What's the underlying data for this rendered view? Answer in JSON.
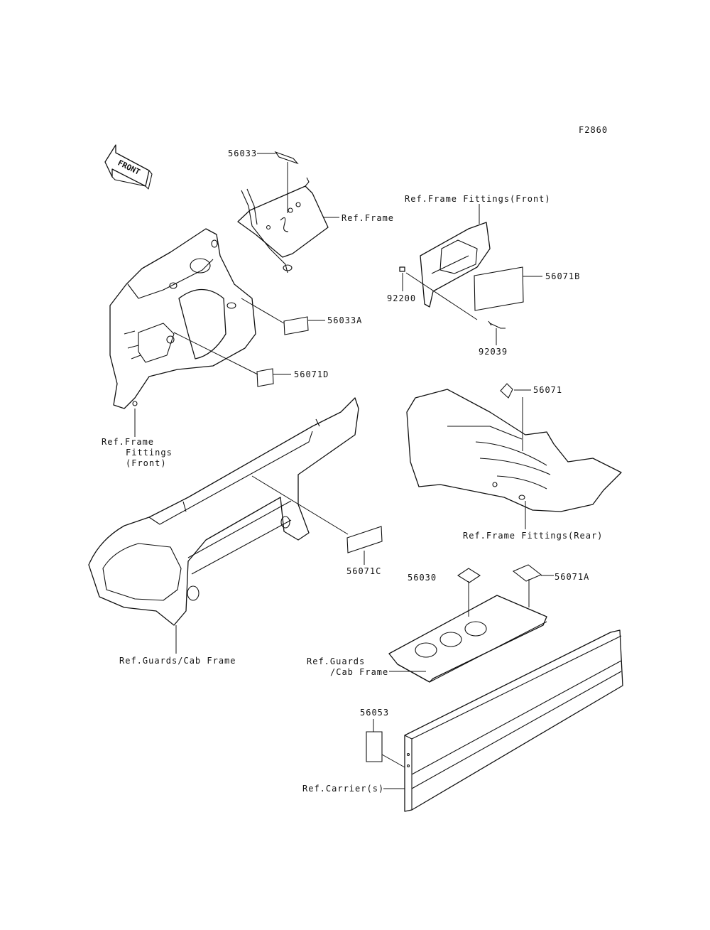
{
  "figure_code": "F2860",
  "front_arrow_text": "FRONT",
  "labels": {
    "p56033": "56033",
    "ref_frame": "Ref.Frame",
    "ref_frame_fittings_front_top": "Ref.Frame Fittings(Front)",
    "p56071B": "56071B",
    "p92200": "92200",
    "p56033A": "56033A",
    "p92039": "92039",
    "p56071D": "56071D",
    "p56071": "56071",
    "ref_frame_fittings_front_left_l1": "Ref.Frame",
    "ref_frame_fittings_front_left_l2": "Fittings",
    "ref_frame_fittings_front_left_l3": "(Front)",
    "ref_frame_fittings_rear": "Ref.Frame Fittings(Rear)",
    "p56071C": "56071C",
    "p56030": "56030",
    "p56071A": "56071A",
    "ref_guards_cab_frame_left": "Ref.Guards/Cab Frame",
    "ref_guards_cab_frame_right_l1": "Ref.Guards",
    "ref_guards_cab_frame_right_l2": "/Cab Frame",
    "p56053": "56053",
    "ref_carriers": "Ref.Carrier(s)"
  }
}
